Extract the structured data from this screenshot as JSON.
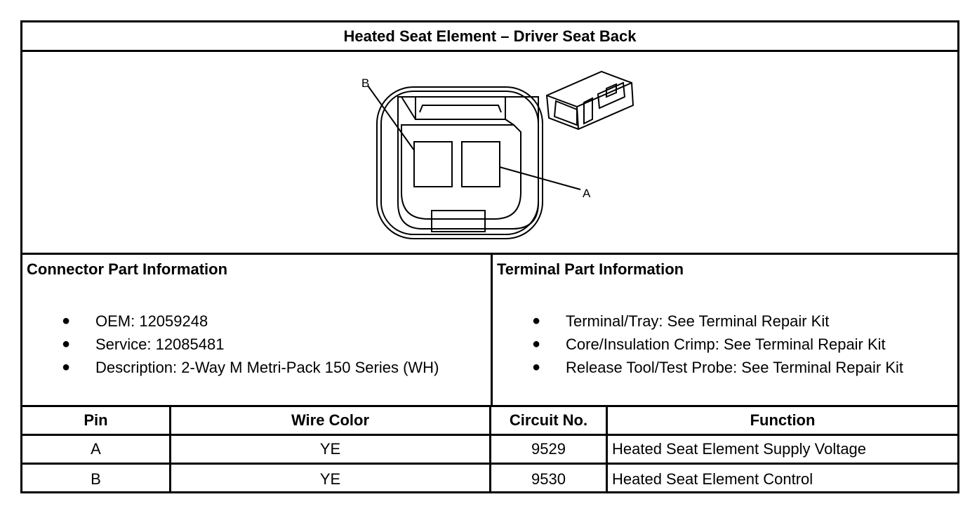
{
  "title": "Heated Seat Element – Driver Seat Back",
  "diagram": {
    "labels": {
      "pin_b": "B",
      "pin_a": "A"
    }
  },
  "connector_info": {
    "heading": "Connector Part Information",
    "items": [
      "OEM: 12059248",
      "Service: 12085481",
      "Description: 2-Way M Metri-Pack 150 Series (WH)"
    ]
  },
  "terminal_info": {
    "heading": "Terminal Part Information",
    "items": [
      "Terminal/Tray: See Terminal Repair Kit",
      "Core/Insulation Crimp: See Terminal Repair Kit",
      "Release Tool/Test Probe: See Terminal Repair Kit"
    ]
  },
  "bullet_symbol": "●",
  "pin_table": {
    "headers": {
      "pin": "Pin",
      "wire_color": "Wire Color",
      "circuit_no": "Circuit No.",
      "function": "Function"
    },
    "rows": [
      {
        "pin": "A",
        "wire_color": "YE",
        "circuit_no": "9529",
        "function": "Heated Seat Element Supply Voltage"
      },
      {
        "pin": "B",
        "wire_color": "YE",
        "circuit_no": "9530",
        "function": "Heated Seat Element Control"
      }
    ]
  }
}
